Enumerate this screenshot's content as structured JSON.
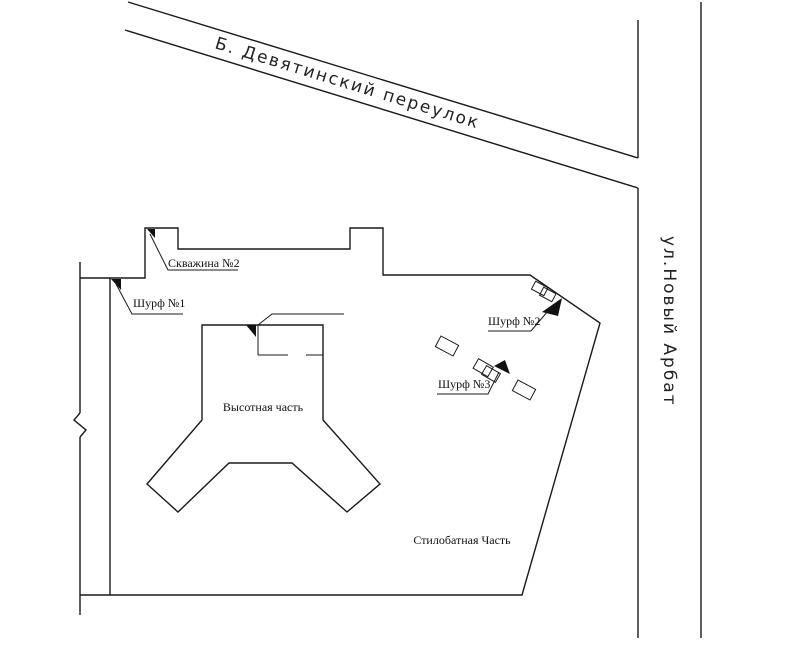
{
  "streets": {
    "lane": "Б. Девятинский переулок",
    "avenue": "ул.Новый Арбат"
  },
  "zones": {
    "tower": "Высотная часть",
    "podium": "Стилобатная Часть"
  },
  "points": {
    "borehole2": "Скважина №2",
    "pit1": "Шурф №1",
    "pit2": "Шурф №2",
    "pit3": "Шурф №3"
  }
}
